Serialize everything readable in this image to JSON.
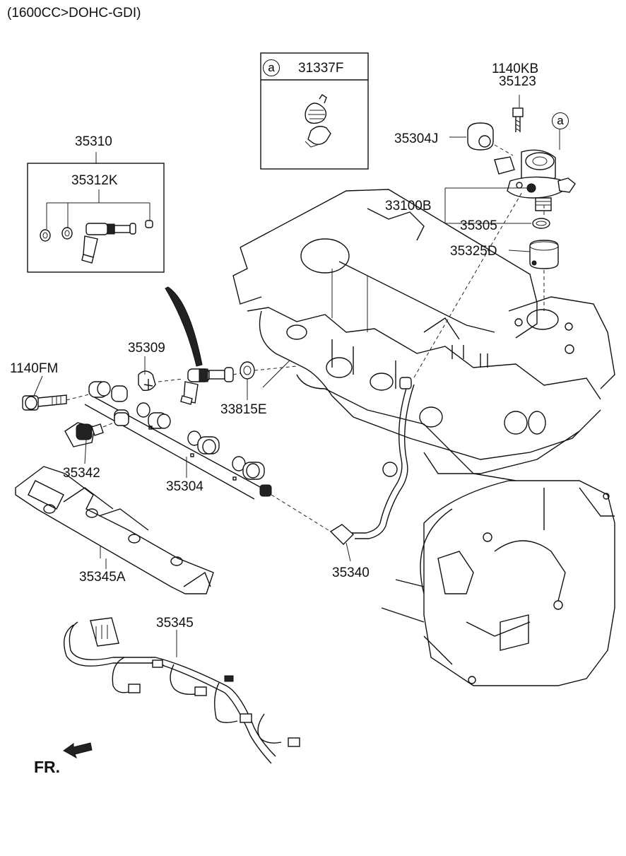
{
  "header": {
    "engine_spec": "(1600CC>DOHC-GDI)"
  },
  "callout_box": {
    "marker": "a",
    "part": "31337F"
  },
  "parts": {
    "p_1140KB": "1140KB",
    "p_35123": "35123",
    "p_35304J": "35304J",
    "marker_a": "a",
    "p_35310": "35310",
    "p_35312K": "35312K",
    "p_33100B": "33100B",
    "p_35305": "35305",
    "p_35325D": "35325D",
    "p_35309": "35309",
    "p_1140FM": "1140FM",
    "p_33815E": "33815E",
    "p_35342": "35342",
    "p_35304": "35304",
    "p_35340": "35340",
    "p_35345A": "35345A",
    "p_35345": "35345"
  },
  "direction": {
    "front": "FR."
  }
}
